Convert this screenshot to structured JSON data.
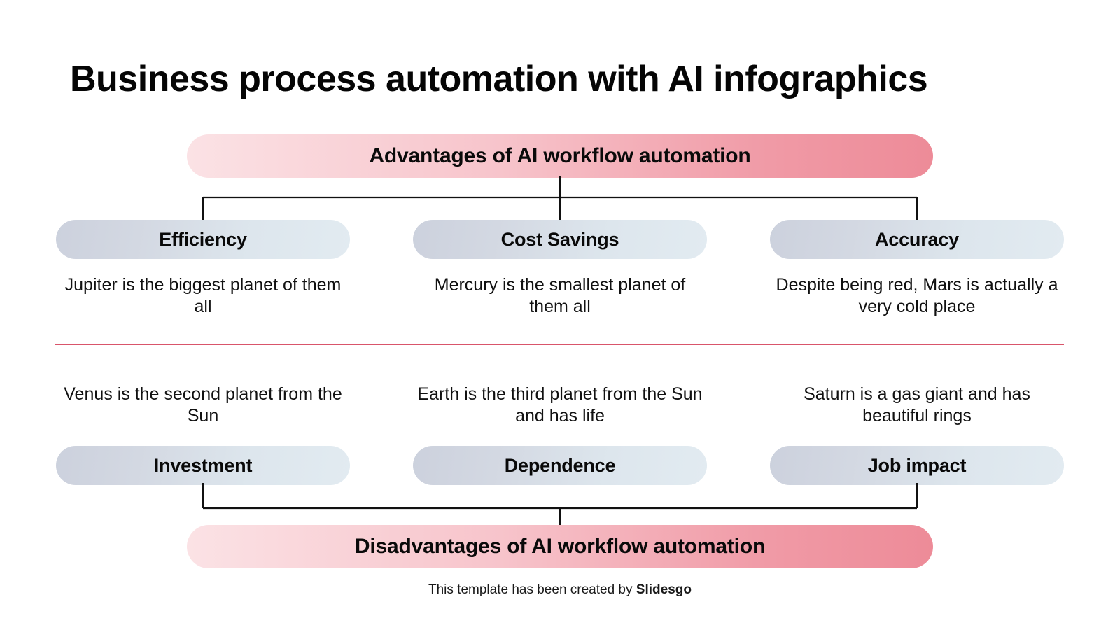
{
  "slide": {
    "title": "Business process automation with AI infographics",
    "background_color": "#ffffff"
  },
  "colors": {
    "banner_gradient_start": "#fbe2e5",
    "banner_gradient_end": "#ed8b98",
    "pill_gradient_start": "#ccd1dd",
    "pill_gradient_end": "#e2ebf1",
    "divider": "#d9556b",
    "connector_line": "#111111",
    "text": "#0d0d0d"
  },
  "advantages": {
    "banner_label": "Advantages of AI workflow automation",
    "items": [
      {
        "label": "Efficiency",
        "description": "Jupiter is the biggest planet of them all"
      },
      {
        "label": "Cost Savings",
        "description": "Mercury is the smallest planet of them all"
      },
      {
        "label": "Accuracy",
        "description": "Despite being red, Mars is actually a very cold place"
      }
    ]
  },
  "disadvantages": {
    "banner_label": "Disadvantages of AI workflow automation",
    "items": [
      {
        "label": "Investment",
        "description": "Venus is the second planet from the Sun"
      },
      {
        "label": "Dependence",
        "description": "Earth is the third planet from the Sun and has life"
      },
      {
        "label": "Job impact",
        "description": "Saturn is a gas giant and has beautiful rings"
      }
    ]
  },
  "footer": {
    "credit_prefix": "This template has been created by ",
    "credit_brand": "Slidesgo"
  }
}
